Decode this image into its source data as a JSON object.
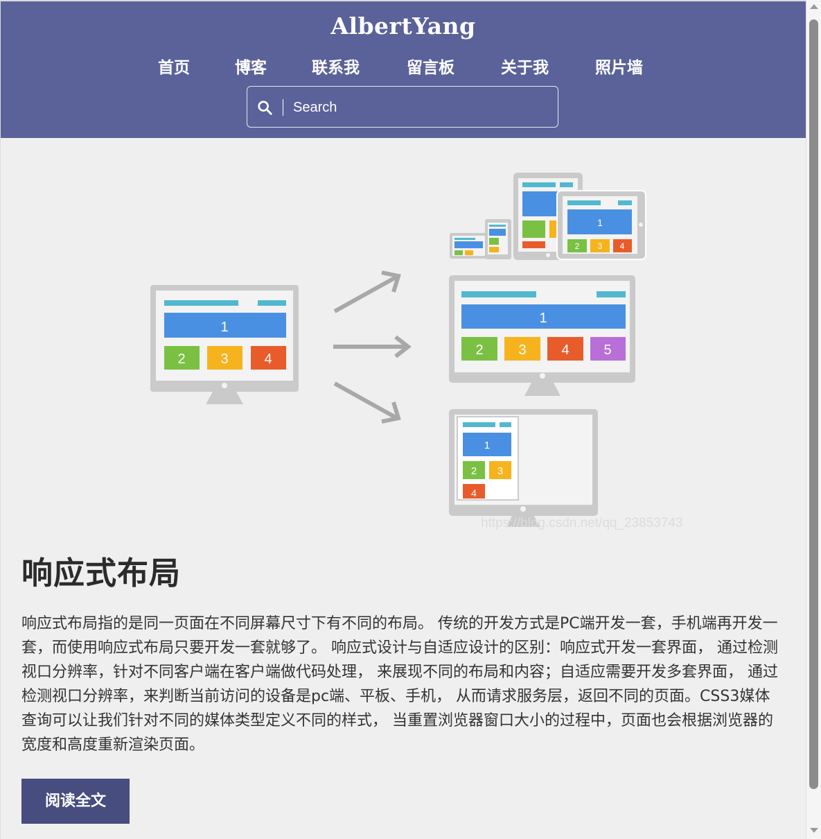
{
  "header": {
    "site_title": "AlbertYang",
    "nav": [
      "首页",
      "博客",
      "联系我",
      "留言板",
      "关于我",
      "照片墙"
    ],
    "search": {
      "placeholder": "Search",
      "icon": "search-icon"
    }
  },
  "hero": {
    "watermark": "https://blog.csdn.net/qq_23853743",
    "panel_numbers": [
      "1",
      "2",
      "3",
      "4",
      "5"
    ],
    "colors": {
      "blue": "#4a90e2",
      "green": "#7ac143",
      "yellow": "#f6b31e",
      "orange": "#e85c2c",
      "purple": "#b86fd8",
      "teal": "#52b8cf",
      "device": "#cacaca",
      "arrow": "#a8a8a8"
    }
  },
  "post": {
    "title": "响应式布局",
    "excerpt": "响应式布局指的是同一页面在不同屏幕尺寸下有不同的布局。 传统的开发方式是PC端开发一套，手机端再开发一套，而使用响应式布局只要开发一套就够了。 响应式设计与自适应设计的区别：响应式开发一套界面， 通过检测视口分辨率，针对不同客户端在客户端做代码处理， 来展现不同的布局和内容；自适应需要开发多套界面， 通过检测视口分辨率，来判断当前访问的设备是pc端、平板、手机， 从而请求服务层，返回不同的页面。CSS3媒体查询可以让我们针对不同的媒体类型定义不同的样式， 当重置浏览器窗口大小的过程中，页面也会根据浏览器的宽度和高度重新渲染页面。",
    "read_more": "阅读全文"
  },
  "theme": {
    "header_bg": "#5b629a",
    "button_bg": "#474d7f",
    "page_bg": "#efefef"
  }
}
